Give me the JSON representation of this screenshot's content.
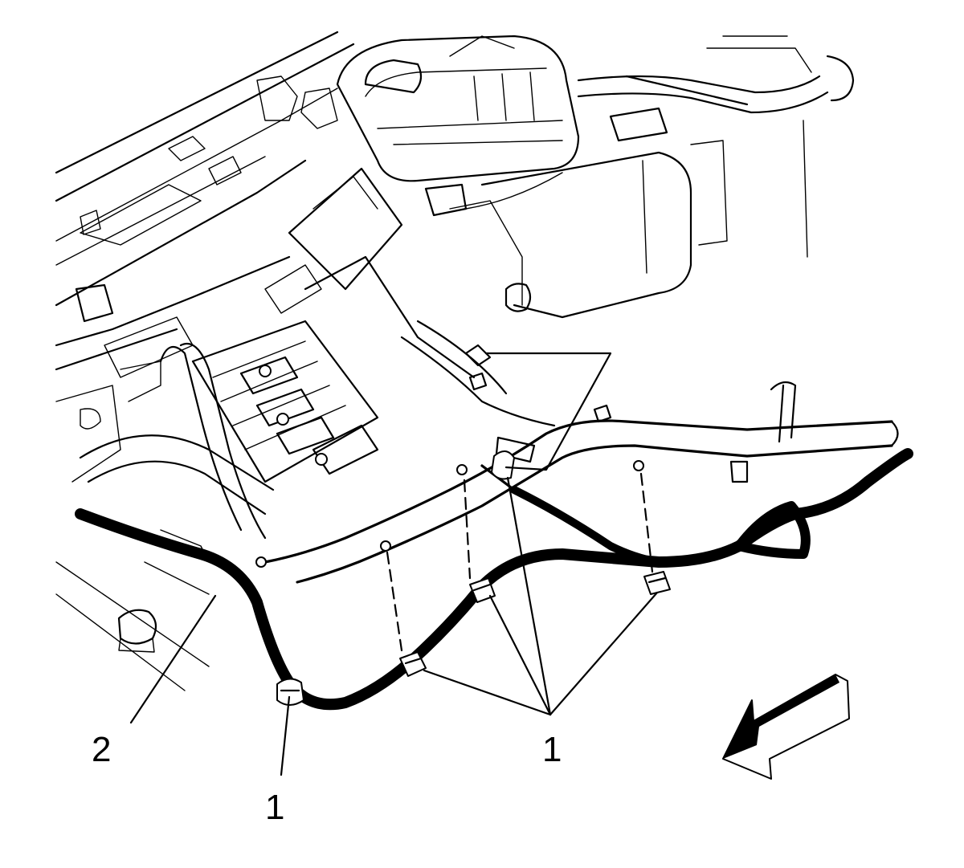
{
  "callouts": {
    "label_2": "2",
    "label_1_left": "1",
    "label_1_right": "1"
  },
  "icons": {
    "direction_arrow": "front-direction-arrow-icon"
  },
  "colors": {
    "ink": "#000000",
    "paper": "#ffffff"
  }
}
